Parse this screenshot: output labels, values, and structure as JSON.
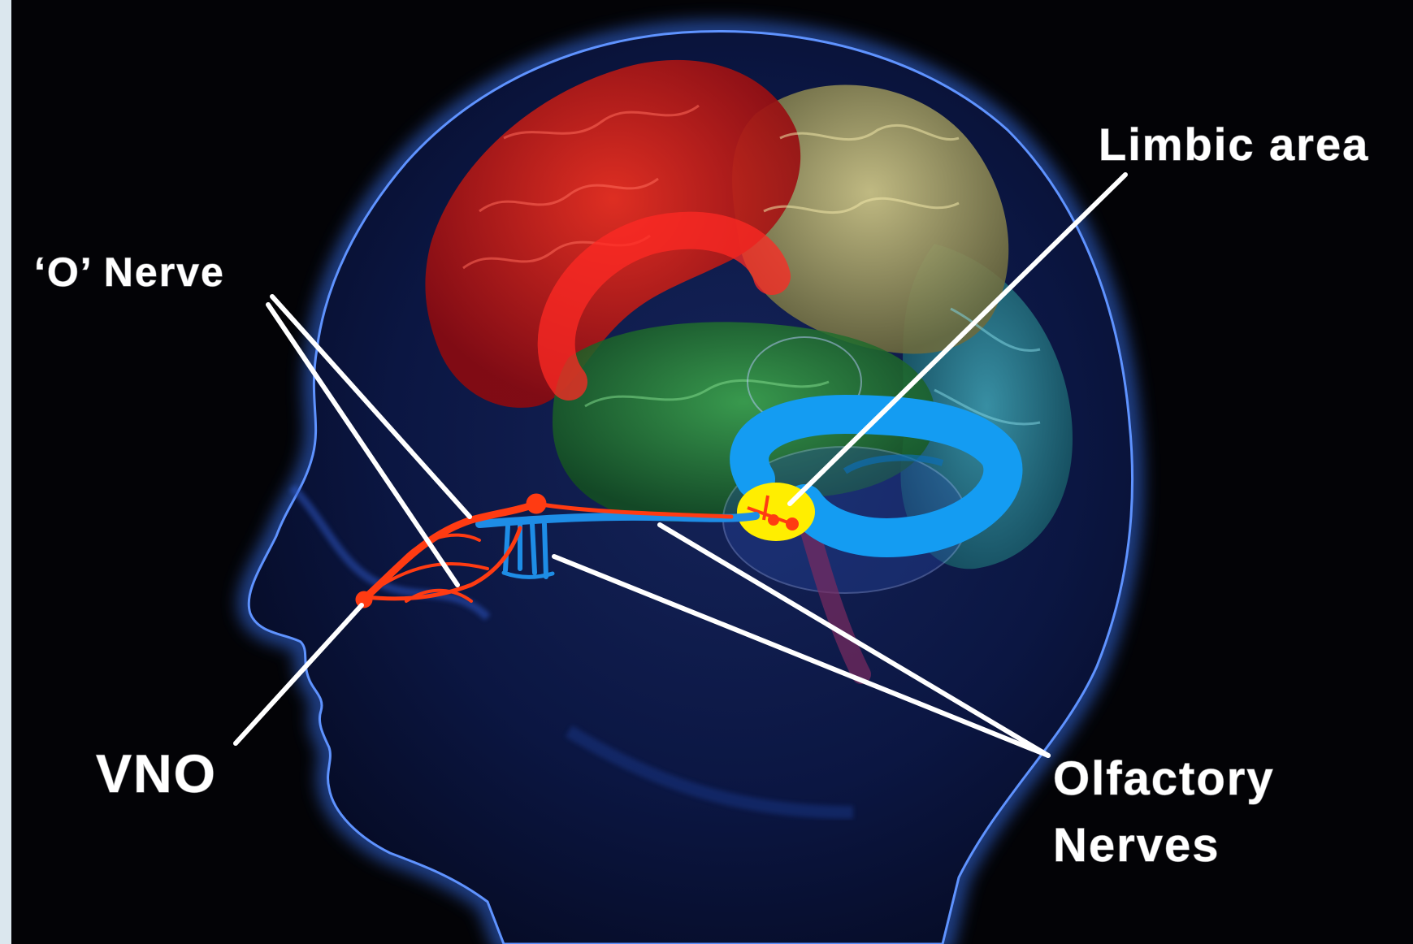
{
  "labels": {
    "o_nerve": "‘O’ Nerve",
    "limbic": "Limbic area",
    "vno": "VNO",
    "olfactory_line1": "Olfactory",
    "olfactory_line2": "Nerves"
  },
  "colors": {
    "background": "#030306",
    "head_glow": "#3a6fe0",
    "frontal_lobe": "#d4171c",
    "parietal_lobe": "#b8b070",
    "occipital_lobe": "#2e8a9a",
    "temporal_lobe": "#2b8a3a",
    "limbic_ring": "#149cf2",
    "limbic_core": "#ffee00",
    "vno_nerve": "#ff3b12",
    "olfactory_nerve": "#1e8de6",
    "leader_lines": "#ffffff"
  }
}
